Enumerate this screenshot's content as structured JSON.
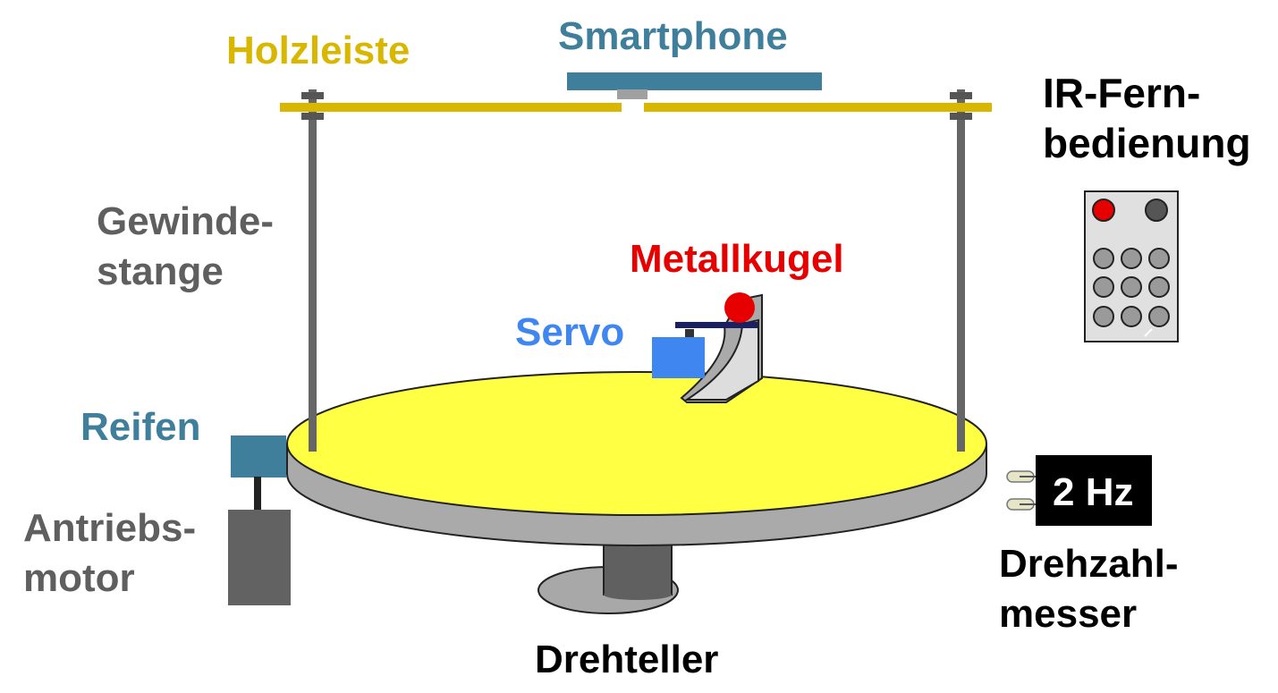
{
  "labels": {
    "holzleiste": "Holzleiste",
    "smartphone": "Smartphone",
    "ir_line1": "IR-Fern-",
    "ir_line2": "bedienung",
    "gewinde_line1": "Gewinde-",
    "gewinde_line2": "stange",
    "metallkugel": "Metallkugel",
    "servo": "Servo",
    "reifen": "Reifen",
    "antriebs_line1": "Antriebs-",
    "antriebs_line2": "motor",
    "drehzahl_line1": "Drehzahl-",
    "drehzahl_line2": "messer",
    "drehteller": "Drehteller",
    "display": "2 Hz"
  },
  "colors": {
    "holzleiste": "#d9b700",
    "smartphone": "#3f7f9b",
    "metallkugel": "#e60000",
    "servo": "#3f86f0",
    "reifen": "#3f7f9b",
    "rod": "#666666",
    "motor": "#626262",
    "turntable_top": "#ffff44",
    "turntable_side": "#aaaaaa",
    "text_dark": "#000000",
    "text_gray": "#5f5f5f"
  }
}
